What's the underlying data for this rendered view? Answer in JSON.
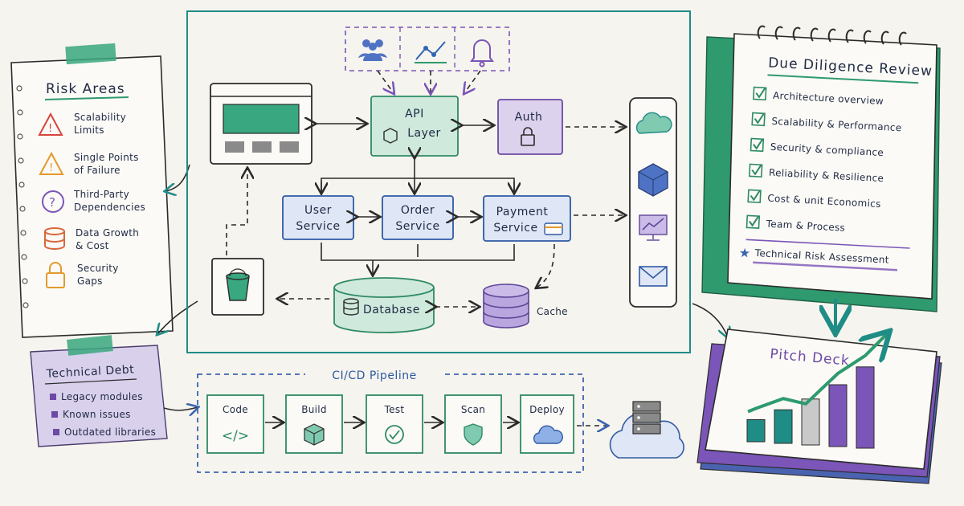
{
  "risk_areas": {
    "title": "Risk Areas",
    "items": [
      {
        "line1": "Scalability",
        "line2": "Limits",
        "icon": "warning-icon",
        "color": "#d6453d"
      },
      {
        "line1": "Single Points",
        "line2": "of Failure",
        "icon": "warning-icon",
        "color": "#e39a2c"
      },
      {
        "line1": "Third-Party",
        "line2": "Dependencies",
        "icon": "question-icon",
        "color": "#7b55b8"
      },
      {
        "line1": "Data Growth",
        "line2": "& Cost",
        "icon": "database-icon",
        "color": "#d8673b"
      },
      {
        "line1": "Security",
        "line2": "Gaps",
        "icon": "lock-icon",
        "color": "#e39a2c"
      }
    ]
  },
  "technical_debt": {
    "title": "Technical Debt",
    "items": [
      "Legacy modules",
      "Known issues",
      "Outdated libraries"
    ]
  },
  "architecture": {
    "api_line1": "API",
    "api_line2": "Layer",
    "auth": "Auth",
    "user_line1": "User",
    "user_line2": "Service",
    "order_line1": "Order",
    "order_line2": "Service",
    "payment_line1": "Payment",
    "payment_line2": "Service",
    "database": "Database",
    "cache": "Cache"
  },
  "cicd": {
    "title": "CI/CD Pipeline",
    "stages": [
      "Code",
      "Build",
      "Test",
      "Scan",
      "Deploy"
    ]
  },
  "due_diligence": {
    "title": "Due Diligence Review",
    "items": [
      "Architecture overview",
      "Scalability & Performance",
      "Security & compliance",
      "Reliability & Resilience",
      "Cost & unit Economics",
      "Team & Process"
    ],
    "highlight": "Technical Risk Assessment"
  },
  "pitch_deck": {
    "title": "Pitch Deck",
    "bar_levels": [
      0.25,
      0.38,
      0.52,
      0.7,
      0.92
    ]
  },
  "colors": {
    "green": "#2e9a6e",
    "purple": "#7b55b8",
    "blue": "#3b64b0",
    "teal": "#1f8c86"
  }
}
